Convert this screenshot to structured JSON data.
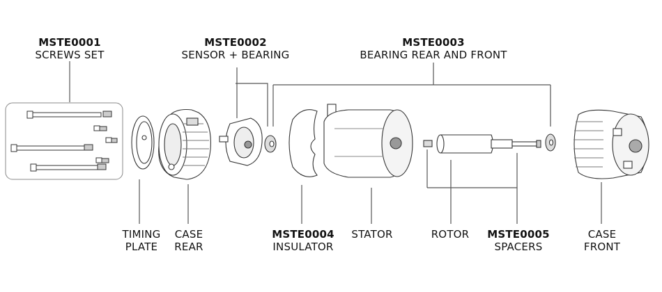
{
  "labels": {
    "screws": {
      "code": "MSTE0001",
      "name": "SCREWS SET"
    },
    "sensor": {
      "code": "MSTE0002",
      "name": "SENSOR + BEARING"
    },
    "bearing": {
      "code": "MSTE0003",
      "name": "BEARING REAR AND FRONT"
    },
    "timing": {
      "line1": "TIMING",
      "line2": "PLATE"
    },
    "case_rear": {
      "line1": "CASE",
      "line2": "REAR"
    },
    "insulator": {
      "code": "MSTE0004",
      "name": "INSULATOR"
    },
    "stator": {
      "name": "STATOR"
    },
    "rotor": {
      "name": "ROTOR"
    },
    "spacers": {
      "code": "MSTE0005",
      "name": "SPACERS"
    },
    "case_front": {
      "line1": "CASE",
      "line2": "FRONT"
    }
  },
  "colors": {
    "line": "#555555",
    "part_fill": "#ffffff",
    "part_stroke": "#333333",
    "shade": "#bdbdbd"
  }
}
